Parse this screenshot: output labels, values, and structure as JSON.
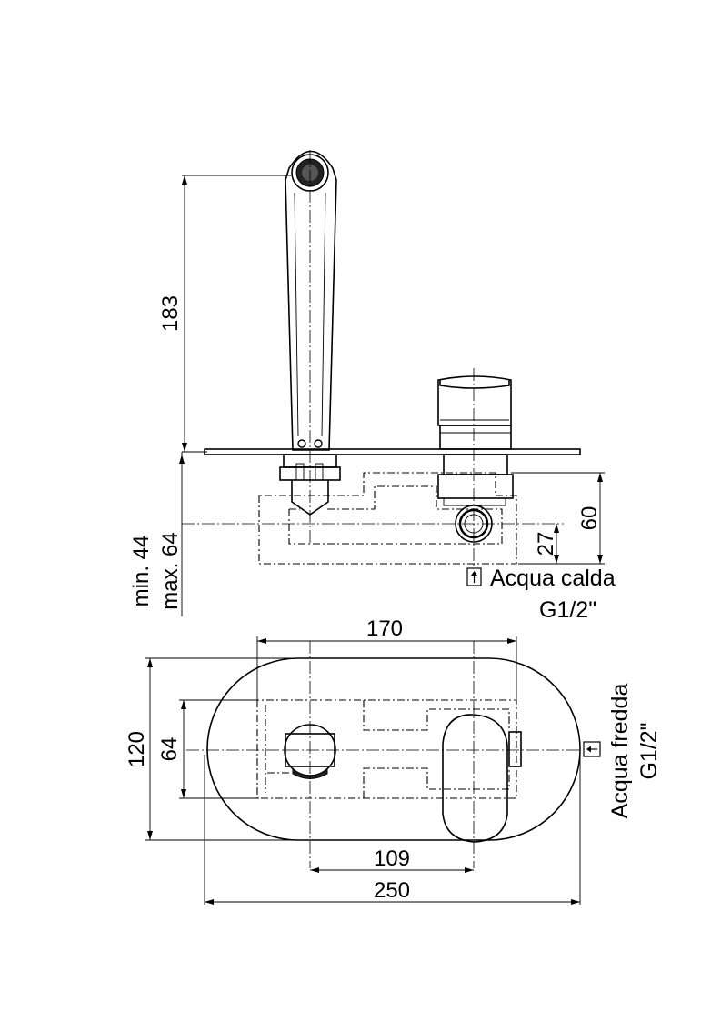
{
  "dimensions": {
    "spout_height": "183",
    "wall_depth_min": "min. 44",
    "wall_depth_max": "max. 64",
    "body_height": "60",
    "inlet_offset": "27",
    "body_width": "170",
    "plate_height": "120",
    "body_plate_height": "64",
    "inlet_spacing": "109",
    "plate_width": "250"
  },
  "notes": {
    "hot_water_label": "Acqua calda",
    "hot_water_thread": "G1/2\"",
    "cold_water_label": "Acqua fredda",
    "cold_water_thread": "G1/2\""
  },
  "icons": {
    "hot_inlet_arrow": "arrow-up-icon",
    "cold_inlet_arrow": "arrow-left-icon"
  }
}
